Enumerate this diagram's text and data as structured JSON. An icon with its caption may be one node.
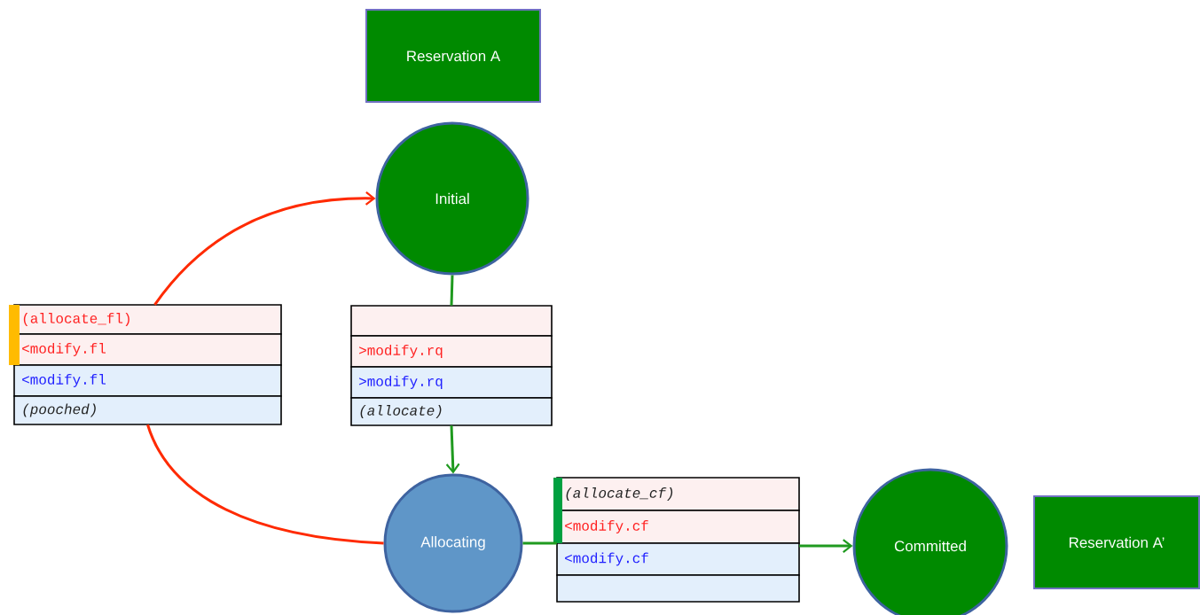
{
  "diagram": {
    "nodes": [
      {
        "text": [
          "Reservation A"
        ]
      },
      {
        "text": [
          "Initial"
        ]
      },
      {
        "text": [
          "Allocating"
        ]
      },
      {
        "text": [
          "Committed"
        ]
      },
      {
        "text": [
          "Reservation A’"
        ]
      },
      {
        "text": [
          "(allocate_fl)",
          "<modify.fl",
          "<modify.fl",
          "(pooched)"
        ]
      },
      {
        "text": [
          ">modify.rq",
          ">modify.rq",
          "(allocate)"
        ]
      },
      {
        "text": [
          "(allocate_cf)",
          "<modify.cf",
          "<modify.cf"
        ]
      }
    ],
    "edges": [
      {
        "from": 2,
        "to": 5,
        "arrow": "none",
        "color": "#ff2a00"
      },
      {
        "from": 5,
        "to": 1,
        "arrow": "to",
        "color": "#ff2a00"
      },
      {
        "from": 1,
        "to": 6,
        "arrow": "none"
      },
      {
        "from": 6,
        "to": 2,
        "arrow": "to"
      },
      {
        "from": 2,
        "to": 7,
        "arrow": "none"
      },
      {
        "from": 7,
        "to": 3,
        "arrow": "to"
      }
    ]
  }
}
